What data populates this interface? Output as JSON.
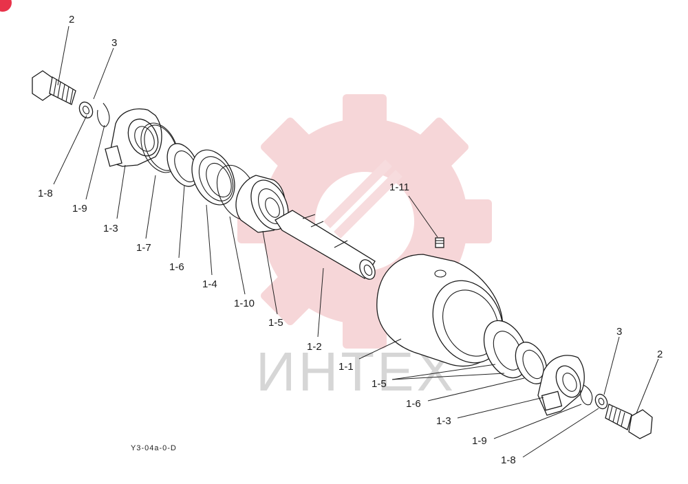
{
  "watermark": {
    "text": "ИНТЕХ",
    "gear_color": "#f2b8bd"
  },
  "drawing_code": "Y3-04a-0-D",
  "corner_badge_color": "#e8334a",
  "labels": {
    "l_2": "2",
    "l_3": "3",
    "l_1_8": "1-8",
    "l_1_9": "1-9",
    "l_1_3": "1-3",
    "l_1_7": "1-7",
    "l_1_6": "1-6",
    "l_1_4": "1-4",
    "l_1_10": "1-10",
    "l_1_5": "1-5",
    "l_1_2": "1-2",
    "l_1_11": "1-11",
    "l_1_1": "1-1",
    "r_3": "3",
    "r_2": "2",
    "r_1_5": "1-5",
    "r_1_6": "1-6",
    "r_1_3": "1-3",
    "r_1_9": "1-9",
    "r_1_8": "1-8"
  }
}
